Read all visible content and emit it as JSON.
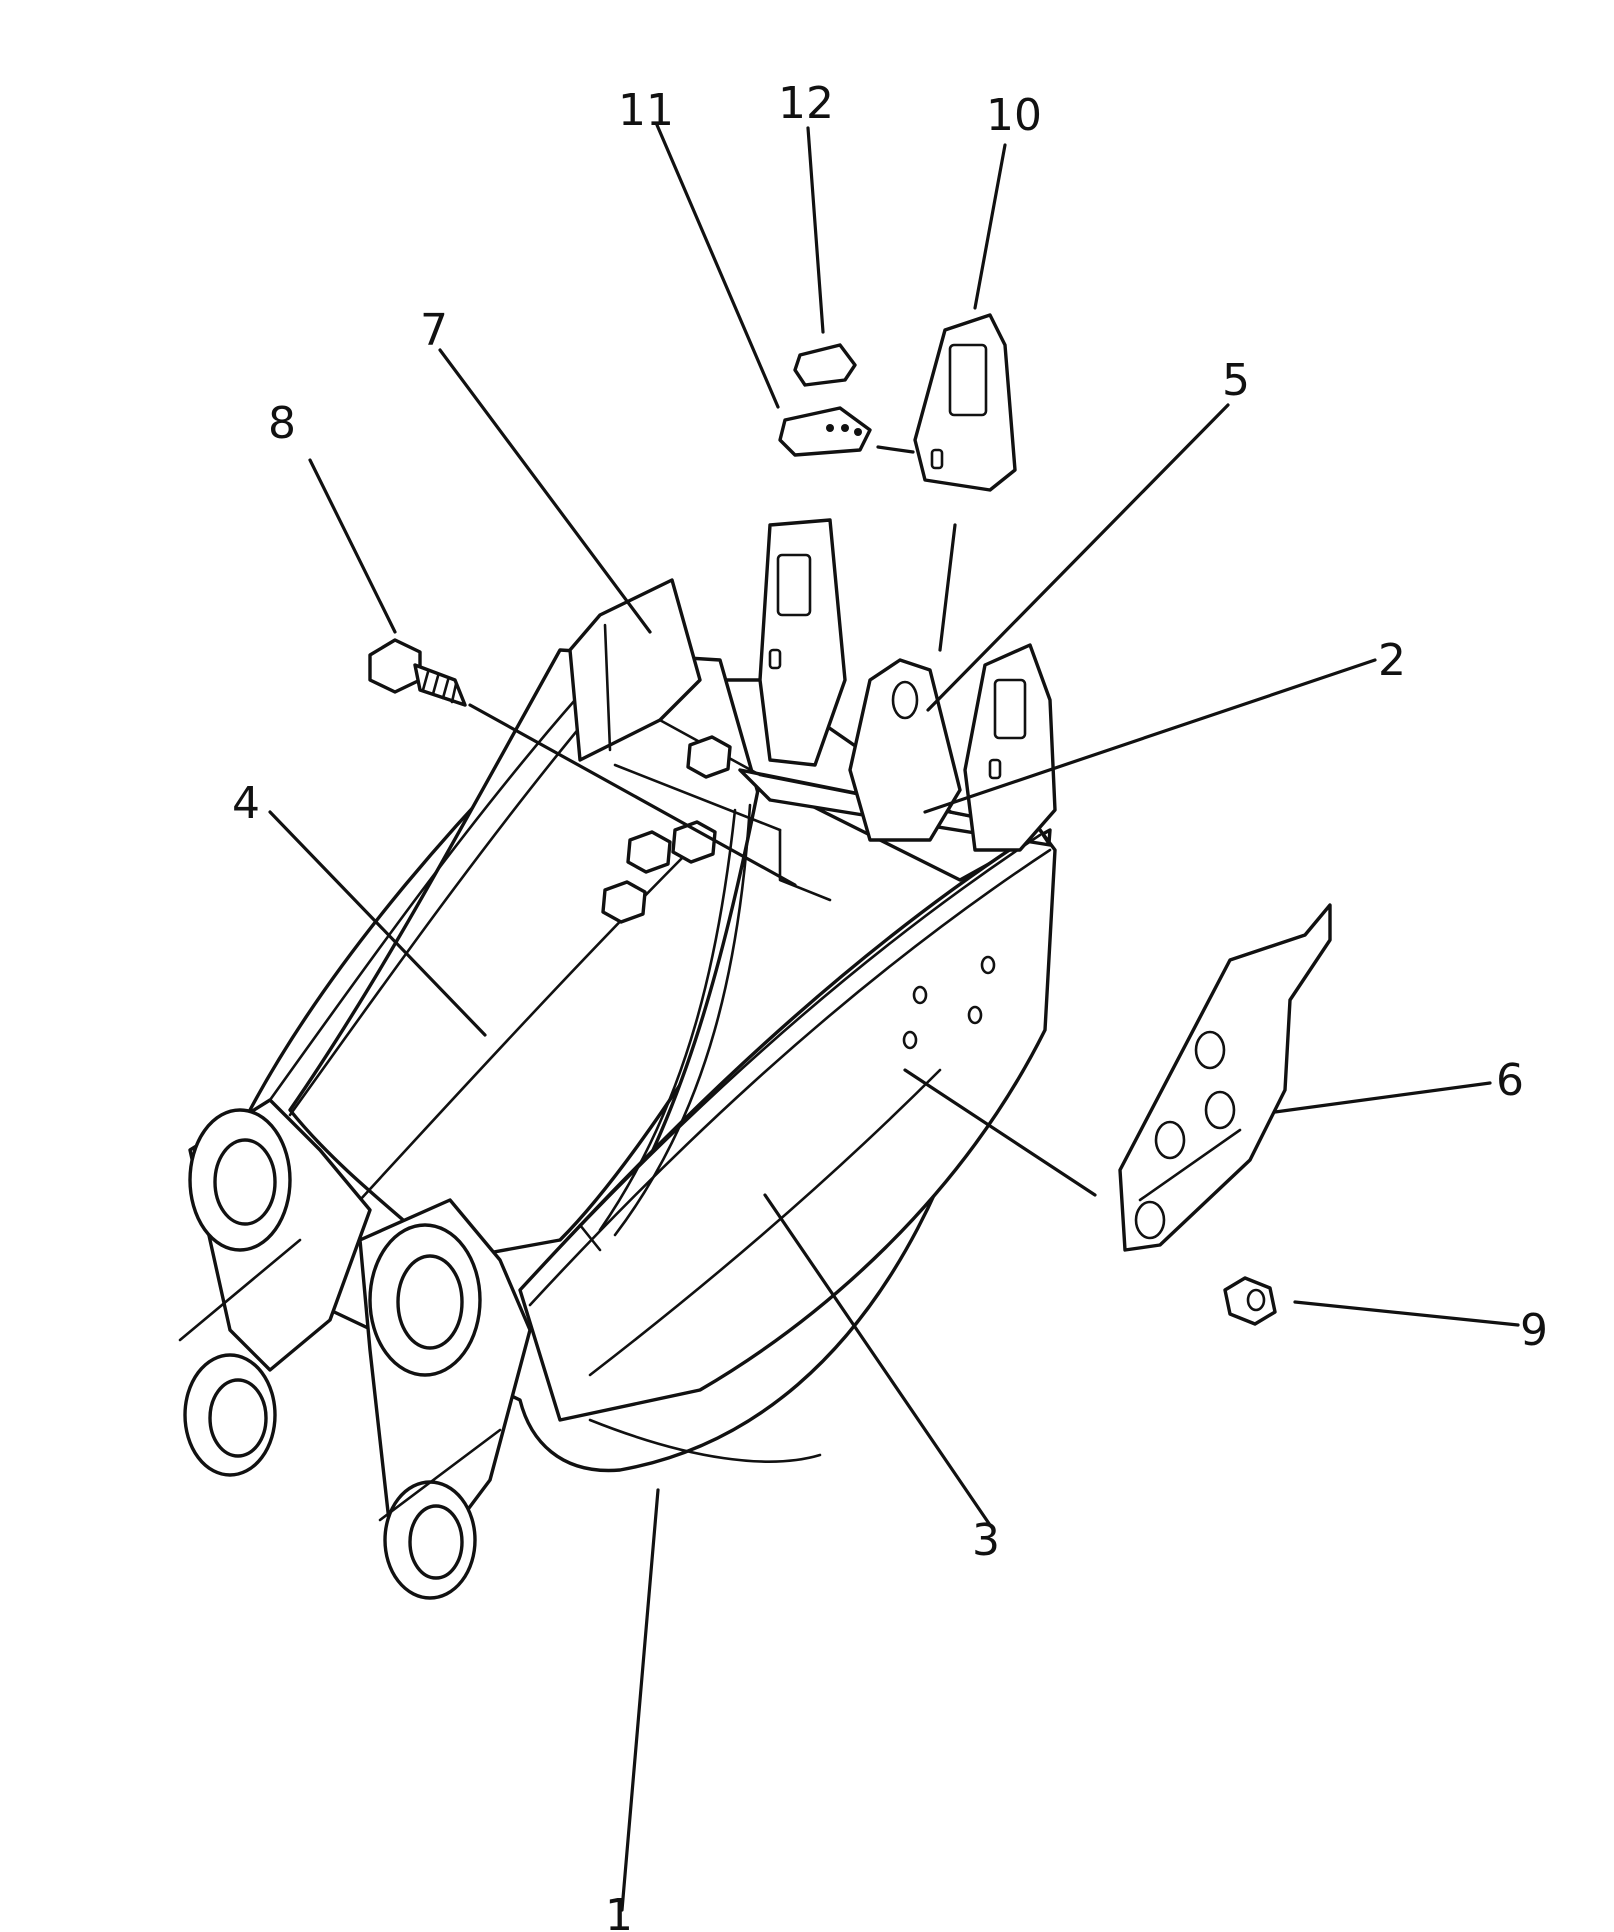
{
  "callouts": [
    {
      "id": "1",
      "label": "1"
    },
    {
      "id": "2",
      "label": "2"
    },
    {
      "id": "3",
      "label": "3"
    },
    {
      "id": "4",
      "label": "4"
    },
    {
      "id": "5",
      "label": "5"
    },
    {
      "id": "6",
      "label": "6"
    },
    {
      "id": "7",
      "label": "7"
    },
    {
      "id": "8",
      "label": "8"
    },
    {
      "id": "9",
      "label": "9"
    },
    {
      "id": "10",
      "label": "10"
    },
    {
      "id": "11",
      "label": "11"
    },
    {
      "id": "12",
      "label": "12"
    }
  ],
  "colors": {
    "line": "#111111",
    "background": "#ffffff"
  }
}
